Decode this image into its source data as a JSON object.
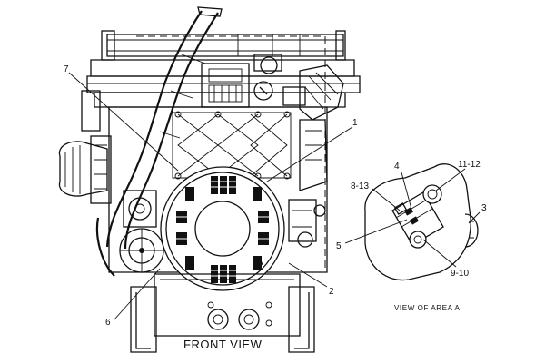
{
  "diagram": {
    "front_view_caption": "FRONT VIEW",
    "area_view_caption": "VIEW OF AREA A",
    "area_marker": "A",
    "callouts": {
      "c1": "1",
      "c2": "2",
      "c3": "3",
      "c4": "4",
      "c5": "5",
      "c6": "6",
      "c7": "7",
      "c8_13": "8-13",
      "c9_10": "9-10",
      "c11_12": "11-12"
    }
  }
}
